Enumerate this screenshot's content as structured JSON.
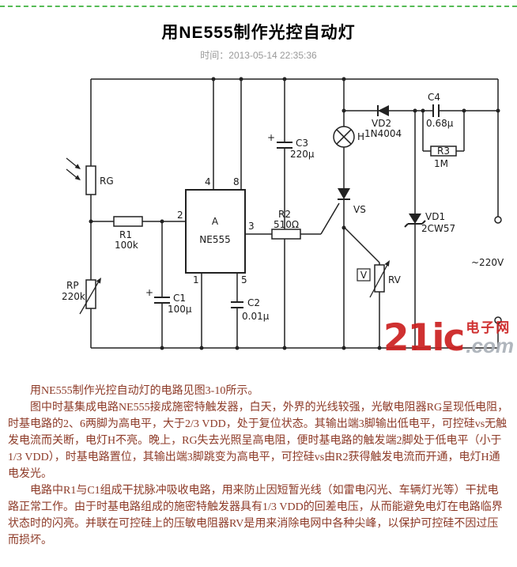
{
  "page": {
    "title": "用NE555制作光控自动灯",
    "time_label": "时间：",
    "time_value": "2013-05-14 22:35:36"
  },
  "watermark": {
    "brand": "21ic",
    "cn": "电子网",
    "domain": ".com"
  },
  "circuit": {
    "labels": {
      "rg": "RG",
      "r1": "R1",
      "r1_val": "100k",
      "rp": "RP",
      "rp_val": "220k",
      "c1_plus": "+",
      "c1": "C1",
      "c1_val": "100μ",
      "c2": "C2",
      "c2_val": "0.01μ",
      "c3_plus": "+",
      "c3": "C3",
      "c3_val": "220μ",
      "c4": "C4",
      "c4_val": "0.68μ",
      "r2": "R2",
      "r2_val": "510Ω",
      "r3": "R3",
      "r3_val": "1M",
      "ic_a": "A",
      "ic_name": "NE555",
      "pin1": "1",
      "pin2": "2",
      "pin3": "3",
      "pin4": "4",
      "pin5": "5",
      "pin8": "8",
      "vd2": "VD2",
      "vd2_val": "1N4004",
      "vd1": "VD1",
      "vd1_val": "2CW57",
      "vs": "VS",
      "rv_v": "V",
      "rv": "RV",
      "h": "H",
      "mains": "~220V"
    }
  },
  "article": {
    "paragraphs": [
      "用NE555制作光控自动灯的电路见图3-10所示。",
      "图中时基集成电路NE555接成施密特触发器，白天，外界的光线较强，光敏电阻器RG呈现低电阻，时基电路的2、6两脚为高电平，大于2/3 VDD，处于复位状态。其输出端3脚输出低电平，可控硅vs无触发电流而关断，电灯H不亮。晚上，RG失去光照呈高电阻，便时基电路的触发端2脚处于低电平（小于1/3 VDD），时基电路置位，其输出端3脚跳变为高电平，可控硅vs由R2获得触发电流而开通，电灯H通电发光。",
      "电路中R1与C1组成干扰脉冲吸收电路，用来防止因短暂光线（如雷电闪光、车辆灯光等）干扰电路正常工作。由于时基电路组成的施密特触发器具有1/3 VDD的回差电压，从而能避免电灯在电路临界状态时的闪亮。并联在可控硅上的压敏电阻器RV是用来消除电网中各种尖峰，以保护可控硅不因过压而损坏。"
    ]
  }
}
